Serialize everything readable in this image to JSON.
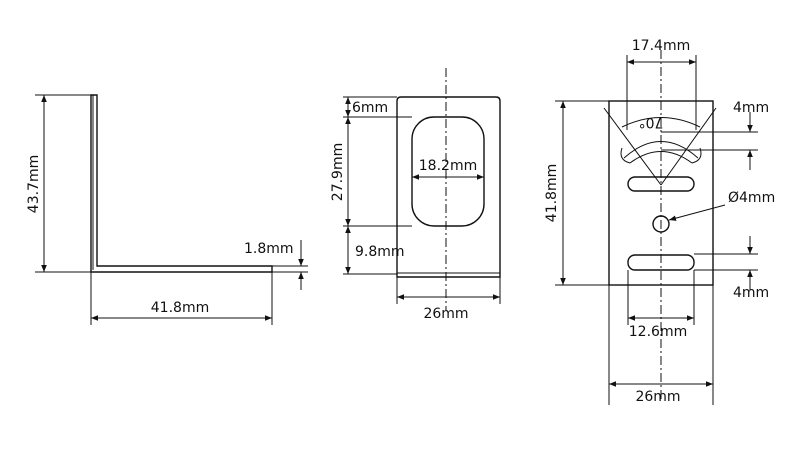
{
  "side_view": {
    "height": "43.7mm",
    "length": "41.8mm",
    "thickness": "1.8mm"
  },
  "front_view": {
    "top_margin": "6mm",
    "slot_height": "27.9mm",
    "bottom_margin": "9.8mm",
    "slot_width": "18.2mm",
    "width": "26mm"
  },
  "back_view": {
    "arc_span": "17.4mm",
    "angle": "70°",
    "arc_slot_width": "4mm",
    "hole_diameter": "Ø4mm",
    "slot_width": "4mm",
    "height": "41.8mm",
    "slot_length": "12.6mm",
    "width": "26mm"
  }
}
